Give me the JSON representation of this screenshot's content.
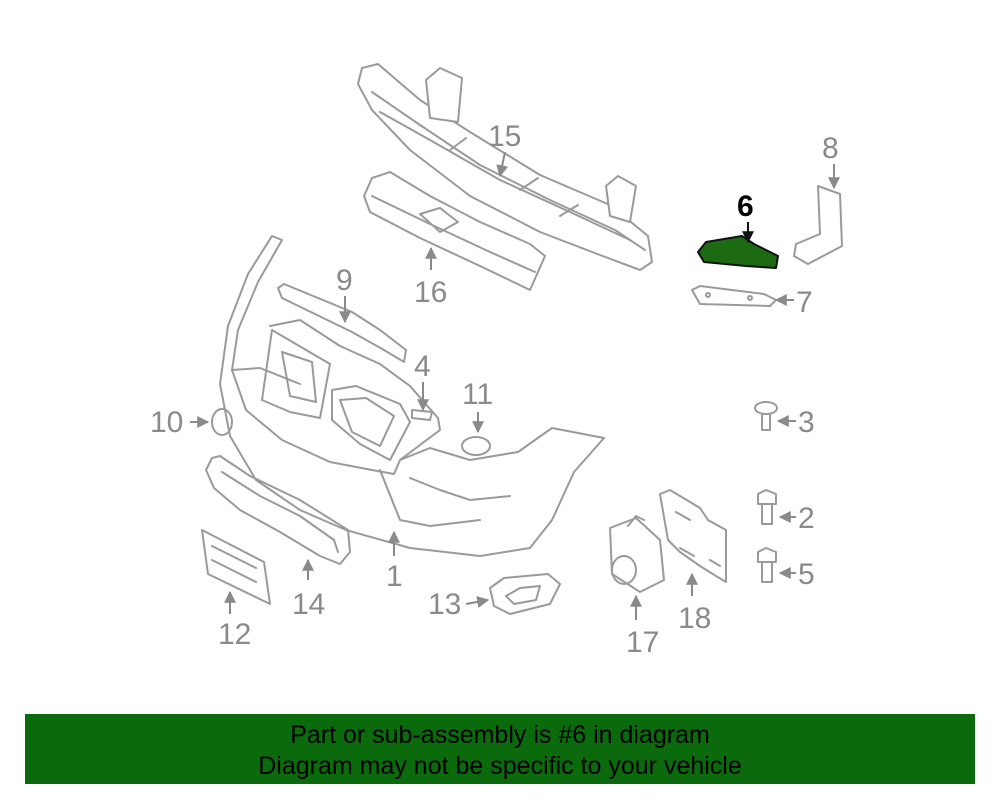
{
  "diagram": {
    "highlighted_part": "6",
    "callouts": {
      "c1": "1",
      "c2": "2",
      "c3": "3",
      "c4": "4",
      "c5": "5",
      "c6": "6",
      "c7": "7",
      "c8": "8",
      "c9": "9",
      "c10": "10",
      "c11": "11",
      "c12": "12",
      "c13": "13",
      "c14": "14",
      "c15": "15",
      "c16": "16",
      "c17": "17",
      "c18": "18"
    },
    "highlight_color": "#1c6b12"
  },
  "banner": {
    "line1": "Part or sub-assembly is #6 in diagram",
    "line2": "Diagram may not be specific to your vehicle",
    "background": "#0b6a0b"
  }
}
